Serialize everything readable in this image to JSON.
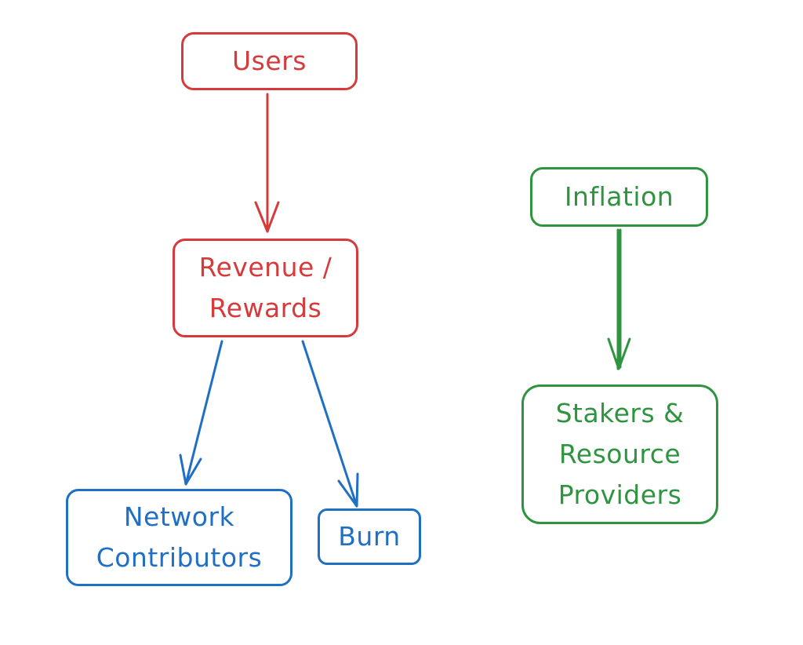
{
  "colors": {
    "red": "#d63a3a",
    "blue": "#1f6fc5",
    "green": "#2f9440",
    "background": "#ffffff"
  },
  "nodes": {
    "users": {
      "lines": [
        "Users"
      ]
    },
    "revenue_rewards": {
      "lines": [
        "Revenue /",
        "Rewards"
      ]
    },
    "network_contributors": {
      "lines": [
        "Network",
        "Contributors"
      ]
    },
    "burn": {
      "lines": [
        "Burn"
      ]
    },
    "inflation": {
      "lines": [
        "Inflation"
      ]
    },
    "stakers_resource_providers": {
      "lines": [
        "Stakers &",
        "Resource",
        "Providers"
      ]
    }
  },
  "edges": [
    {
      "from": "Users",
      "to": "Revenue / Rewards"
    },
    {
      "from": "Revenue / Rewards",
      "to": "Network Contributors"
    },
    {
      "from": "Revenue / Rewards",
      "to": "Burn"
    },
    {
      "from": "Inflation",
      "to": "Stakers & Resource Providers"
    }
  ]
}
